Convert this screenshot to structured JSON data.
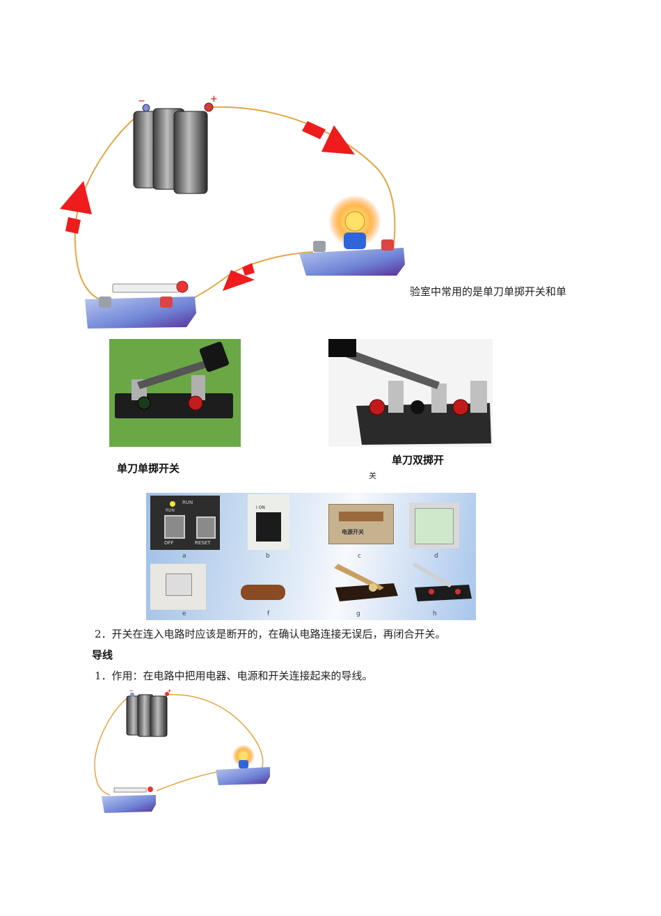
{
  "circuit_top": {
    "battery_minus": "−",
    "battery_plus": "+"
  },
  "partial_text": "验室中常用的是单刀单掷开关和单",
  "switch_photos": {
    "spst_caption": "单刀单掷开关",
    "spdt_caption": "单刀双掷开",
    "spdt_caption_overflow": "关"
  },
  "switch_grid": {
    "run_label": "RUN",
    "run_label2": "RUN",
    "off_label": "OFF",
    "reset_label": "RESET",
    "b_label": "I ON",
    "c_plate": "电源开关",
    "labels": [
      "a",
      "b",
      "c",
      "d",
      "e",
      "f",
      "g",
      "h"
    ]
  },
  "note_2": "2．开关在连入电路时应该是断开的，在确认电路连接无误后，再闭合开关。",
  "section_heading": "导线",
  "note_wire": "1．作用：在电路中把用电器、电源和开关连接起来的导线。",
  "circuit_bottom": {
    "battery_minus": "−",
    "battery_plus": "+"
  }
}
